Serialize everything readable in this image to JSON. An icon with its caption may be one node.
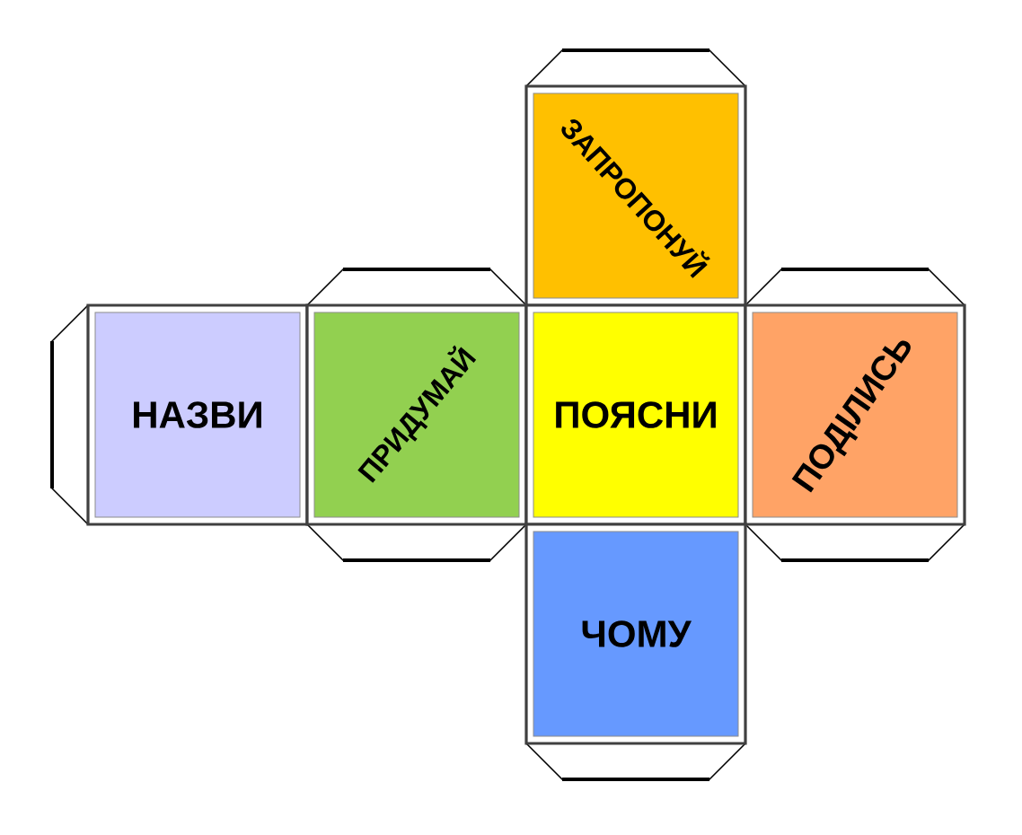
{
  "diagram": {
    "nodes": [
      {
        "text": [
          "ЗАПРОПОНУЙ"
        ]
      },
      {
        "text": [
          "НАЗВИ"
        ]
      },
      {
        "text": [
          "ПРИДУМАЙ"
        ]
      },
      {
        "text": [
          "ПОЯСНИ"
        ]
      },
      {
        "text": [
          "ПОДІЛИСЬ"
        ]
      },
      {
        "text": [
          "ЧОМУ"
        ]
      }
    ]
  }
}
